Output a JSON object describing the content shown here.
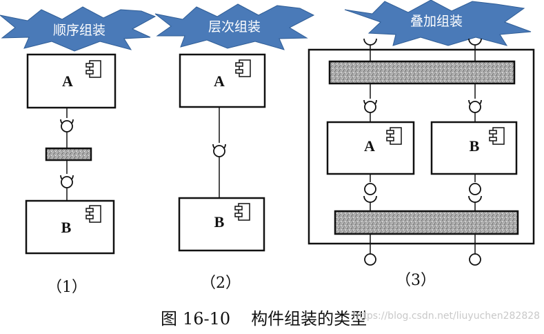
{
  "banners": [
    {
      "text": "顺序组装"
    },
    {
      "text": "层次组装"
    },
    {
      "text": "叠加组装"
    }
  ],
  "diagrams": [
    {
      "label": "（1）",
      "components": [
        "A",
        "B"
      ]
    },
    {
      "label": "（2）",
      "components": [
        "A",
        "B"
      ]
    },
    {
      "label": "（3）",
      "components": [
        "A",
        "B"
      ]
    }
  ],
  "caption": {
    "figure": "图",
    "number": "16-10",
    "title": "构件组装的类型"
  },
  "watermark": "https://blog.csdn.net/liuyuchen282828",
  "colors": {
    "banner": "#4a7ab8",
    "banner_edge": "#2f5d96",
    "line": "#111111",
    "connector_fill": "#888888"
  }
}
